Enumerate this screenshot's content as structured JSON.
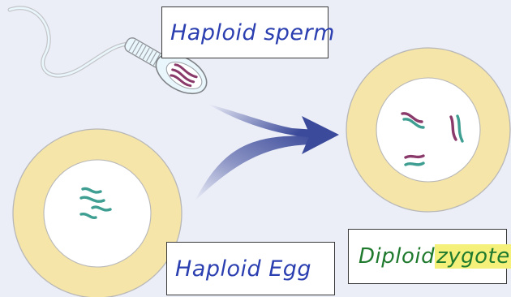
{
  "labels": {
    "sperm": "Haploid sperm",
    "egg": "Haploid Egg",
    "zygote_word1": "Diploid",
    "zygote_word2": "zygote"
  },
  "colors": {
    "background": "#eceef7",
    "zona": "#f6e5a8",
    "zona_outline": "#b7b7b7",
    "cytoplasm": "#ffffff",
    "arrow": "#3b4a9a",
    "chromosome_teal": "#3f9e92",
    "chromosome_maroon": "#8a3a6a",
    "handwriting_blue": "#2b3fb0",
    "handwriting_green": "#1f7a2e",
    "highlight": "#f4f07a"
  },
  "icons": [
    "sperm-cell-icon",
    "egg-cell-icon",
    "zygote-cell-icon",
    "fertilization-arrow-icon",
    "chromosome-icon"
  ]
}
